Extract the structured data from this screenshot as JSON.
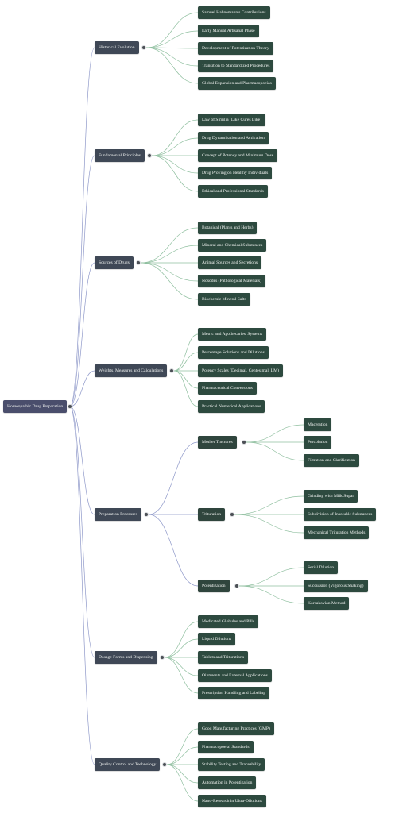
{
  "root": {
    "label": "Homeopathic Drug Preparation"
  },
  "branches": [
    {
      "id": "historical-evolution",
      "label": "Historical Evolution",
      "children": [
        {
          "label": "Samuel Hahnemann's Contributions"
        },
        {
          "label": "Early Manual Artisanal Phase"
        },
        {
          "label": "Development of Potentization Theory"
        },
        {
          "label": "Transition to Standardized Procedures"
        },
        {
          "label": "Global Expansion and Pharmacopoeias"
        }
      ]
    },
    {
      "id": "fundamental-principles",
      "label": "Fundamental Principles",
      "children": [
        {
          "label": "Law of Similia (Like Cures Like)"
        },
        {
          "label": "Drug Dynamization and Activation"
        },
        {
          "label": "Concept of Potency and Minimum Dose"
        },
        {
          "label": "Drug Proving on Healthy Individuals"
        },
        {
          "label": "Ethical and Professional Standards"
        }
      ]
    },
    {
      "id": "sources-of-drugs",
      "label": "Sources of Drugs",
      "children": [
        {
          "label": "Botanical (Plants and Herbs)"
        },
        {
          "label": "Mineral and Chemical Substances"
        },
        {
          "label": "Animal Sources and Secretions"
        },
        {
          "label": "Nosodes (Pathological Materials)"
        },
        {
          "label": "Biochemic Mineral Salts"
        }
      ]
    },
    {
      "id": "weights-measures",
      "label": "Weights, Measures and Calculations",
      "children": [
        {
          "label": "Metric and Apothecaries' Systems"
        },
        {
          "label": "Percentage Solutions and Dilutions"
        },
        {
          "label": "Potency Scales (Decimal, Centesimal, LM)"
        },
        {
          "label": "Pharmaceutical Conversions"
        },
        {
          "label": "Practical Numerical Applications"
        }
      ]
    },
    {
      "id": "preparation-processes",
      "label": "Preparation Processes",
      "children": [
        {
          "label": "Mother Tinctures",
          "children": [
            {
              "label": "Maceration"
            },
            {
              "label": "Percolation"
            },
            {
              "label": "Filtration and Clarification"
            }
          ]
        },
        {
          "label": "Trituration",
          "children": [
            {
              "label": "Grinding with Milk Sugar"
            },
            {
              "label": "Subdivision of Insoluble Substances"
            },
            {
              "label": "Mechanical Trituration Methods"
            }
          ]
        },
        {
          "label": "Potentization",
          "children": [
            {
              "label": "Serial Dilution"
            },
            {
              "label": "Succussion (Vigorous Shaking)"
            },
            {
              "label": "Korsakovian Method"
            }
          ]
        }
      ]
    },
    {
      "id": "dosage-forms",
      "label": "Dosage Forms and Dispensing",
      "children": [
        {
          "label": "Medicated Globules and Pills"
        },
        {
          "label": "Liquid Dilutions"
        },
        {
          "label": "Tablets and Triturations"
        },
        {
          "label": "Ointments and External Applications"
        },
        {
          "label": "Prescription Handling and Labeling"
        }
      ]
    },
    {
      "id": "quality-control",
      "label": "Quality Control and Technology",
      "children": [
        {
          "label": "Good Manufacturing Practices (GMP)"
        },
        {
          "label": "Pharmacopoeial Standards"
        },
        {
          "label": "Stability Testing and Traceability"
        },
        {
          "label": "Automation in Potentization"
        },
        {
          "label": "Nano-Research in Ultra-Dilutions"
        }
      ]
    }
  ],
  "colors": {
    "root": "#4a4e6c",
    "branch": "#3f4856",
    "leaf": "#2d4a3f",
    "root_edge": "#8e98c9",
    "leaf_edge": "#8fbf9f"
  }
}
